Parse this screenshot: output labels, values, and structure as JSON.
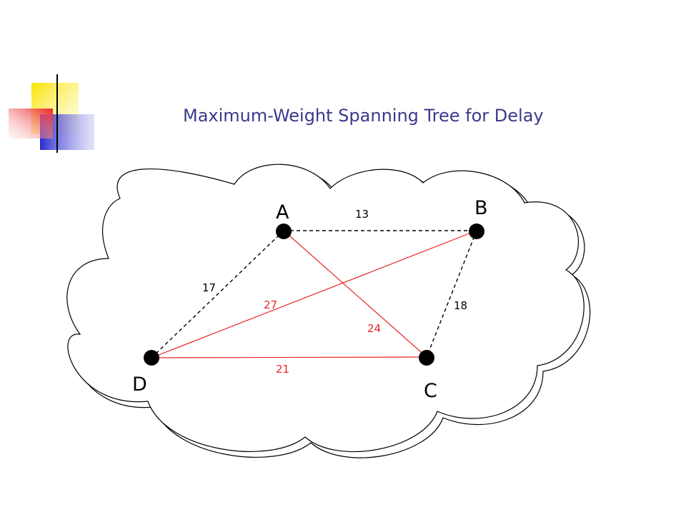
{
  "slide": {
    "title": "Maximum-Weight Spanning Tree for Delay"
  },
  "graph": {
    "nodes": [
      {
        "id": "A",
        "label": "A"
      },
      {
        "id": "B",
        "label": "B"
      },
      {
        "id": "C",
        "label": "C"
      },
      {
        "id": "D",
        "label": "D"
      }
    ],
    "edges": [
      {
        "from": "A",
        "to": "B",
        "weight": "13",
        "in_tree": false
      },
      {
        "from": "A",
        "to": "D",
        "weight": "17",
        "in_tree": false
      },
      {
        "from": "B",
        "to": "C",
        "weight": "18",
        "in_tree": false
      },
      {
        "from": "D",
        "to": "B",
        "weight": "27",
        "in_tree": true
      },
      {
        "from": "A",
        "to": "C",
        "weight": "24",
        "in_tree": true
      },
      {
        "from": "D",
        "to": "C",
        "weight": "21",
        "in_tree": true
      }
    ]
  },
  "colors": {
    "title": "#3a3a8c",
    "tree_edge": "#e8262a",
    "non_tree_edge": "#000000",
    "deco_yellow": "#f5d000",
    "deco_blue": "#3b3bd6",
    "deco_red": "#e8262a"
  }
}
